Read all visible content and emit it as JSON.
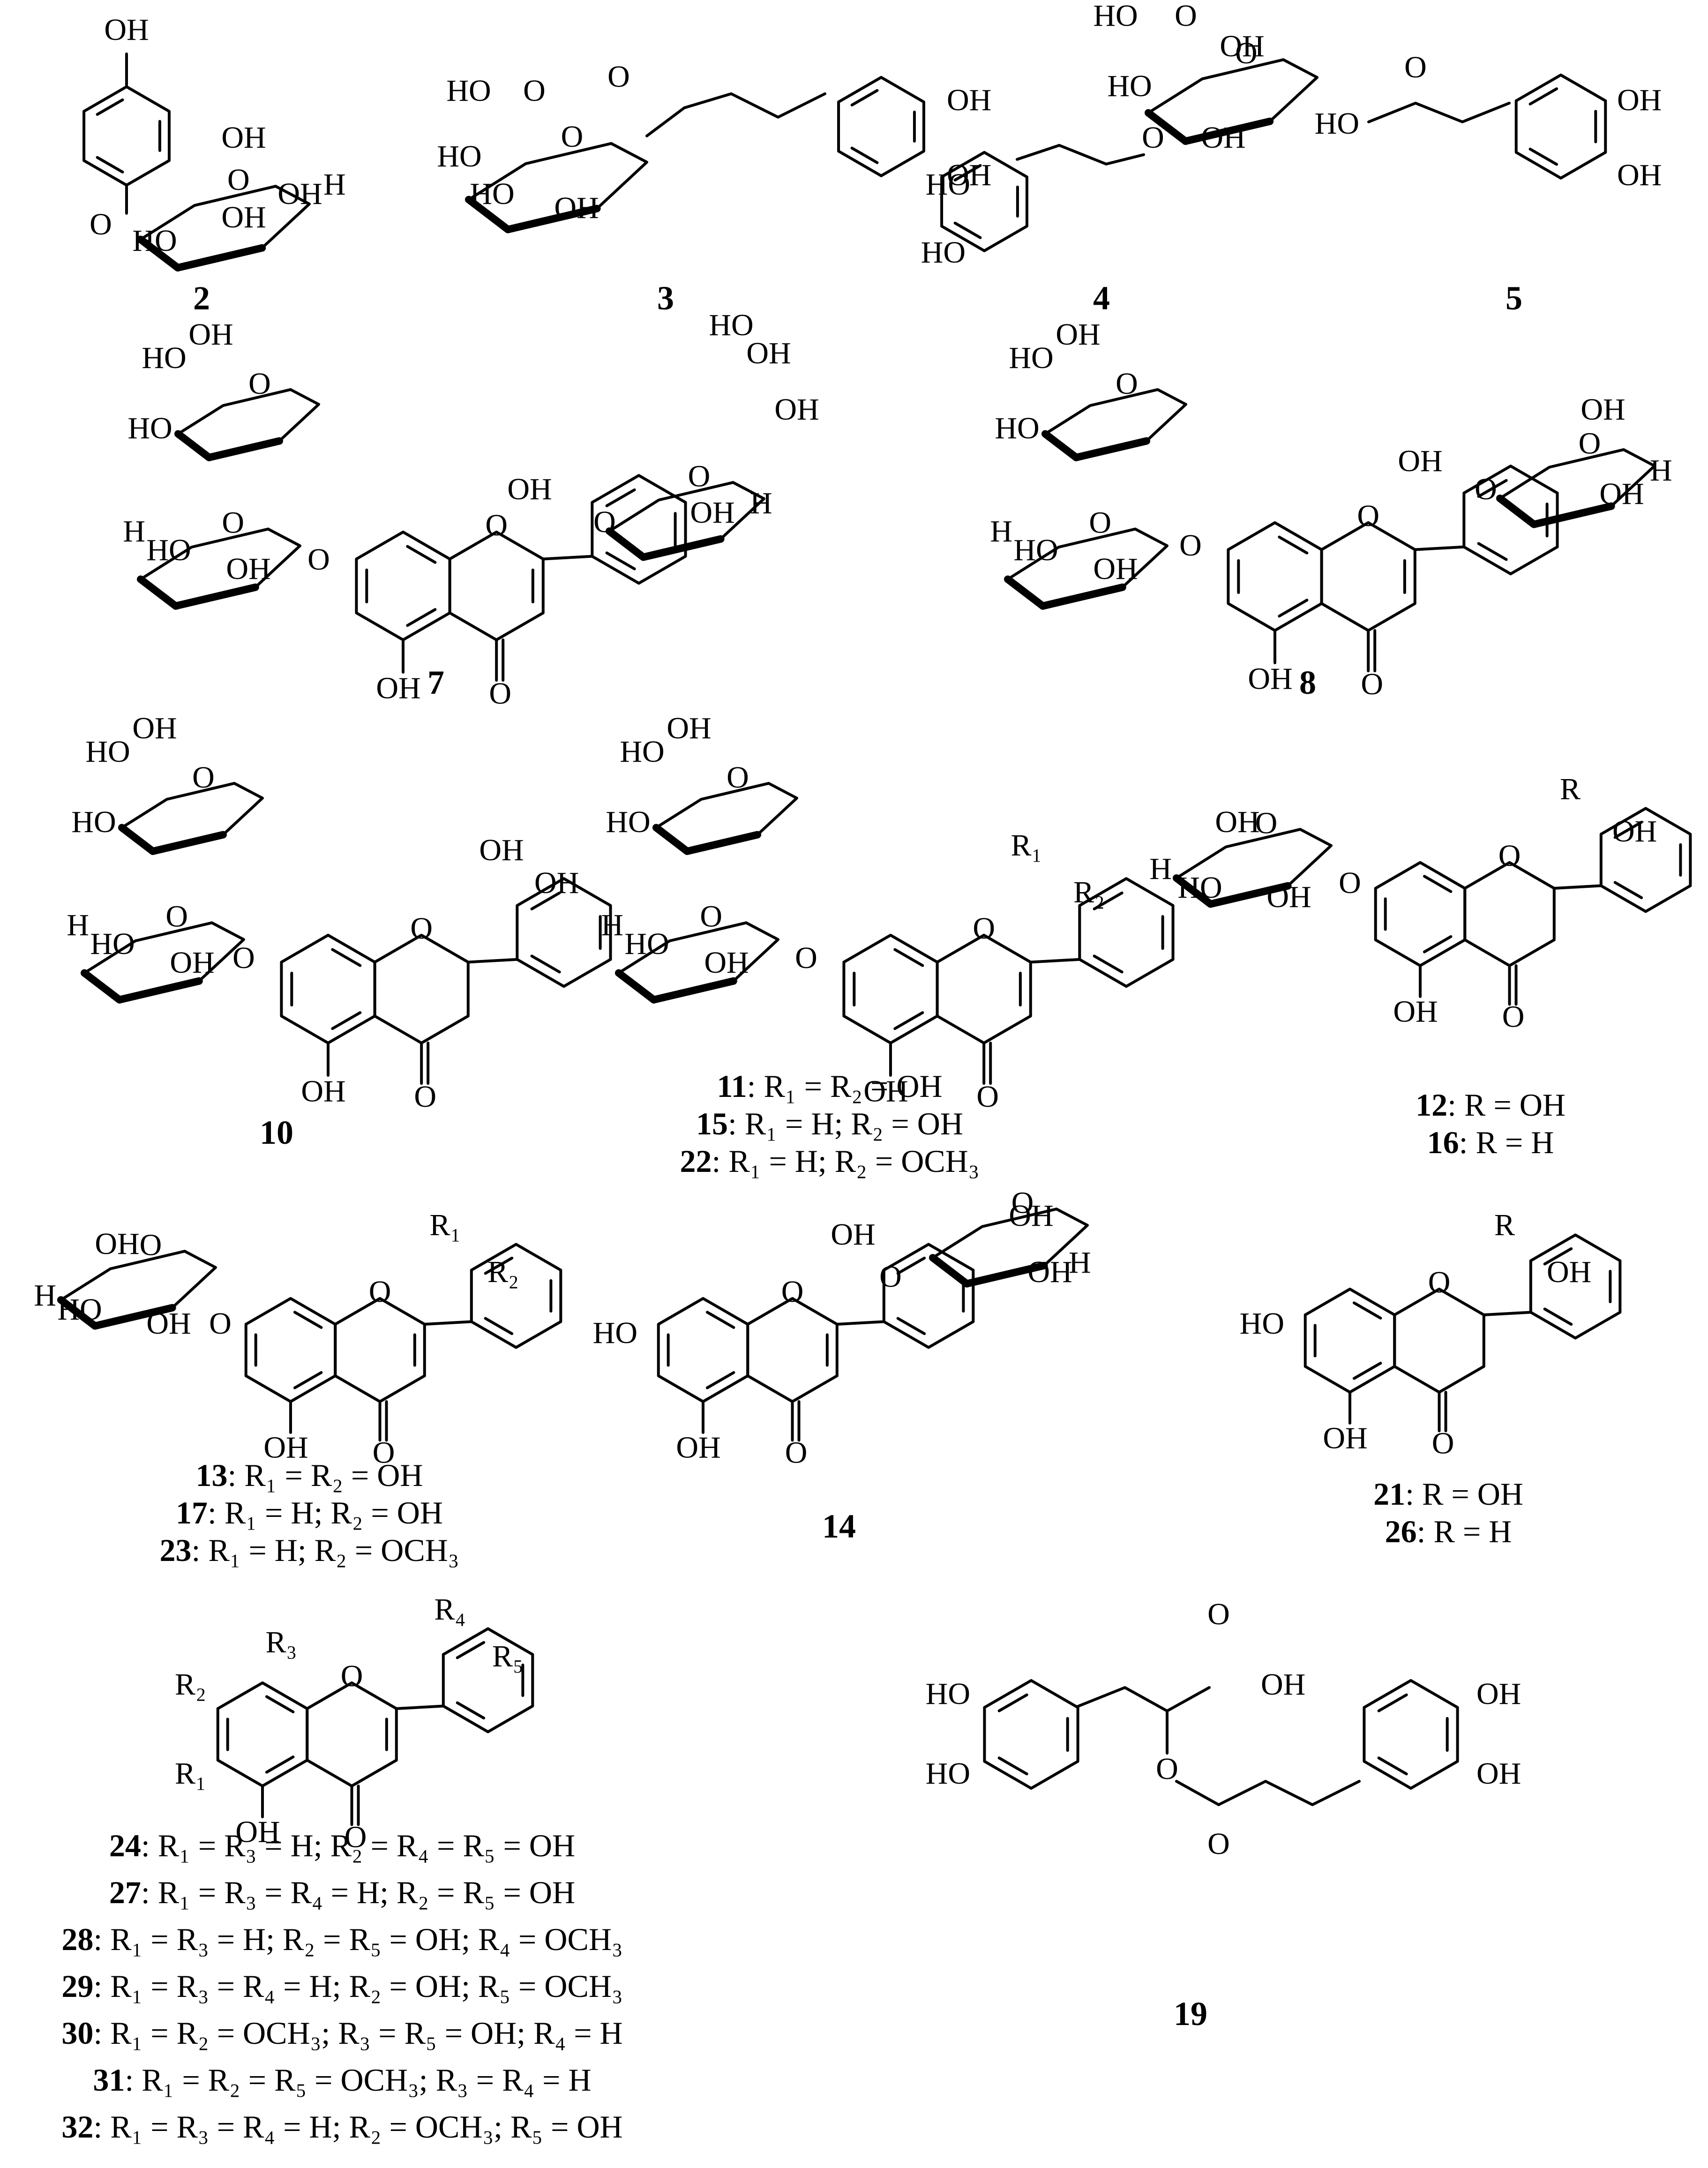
{
  "compounds": [
    {
      "id": "2",
      "caption_lines": []
    },
    {
      "id": "3",
      "caption_lines": []
    },
    {
      "id": "4",
      "caption_lines": []
    },
    {
      "id": "5",
      "caption_lines": []
    },
    {
      "id": "7",
      "caption_lines": []
    },
    {
      "id": "8",
      "caption_lines": []
    },
    {
      "id": "10",
      "caption_lines": []
    },
    {
      "id": "11",
      "caption_lines": [
        {
          "num": "11",
          "text": ": R₁ = R₂ = OH"
        },
        {
          "num": "15",
          "text": ": R₁ = H; R₂ = OH"
        },
        {
          "num": "22",
          "text": ": R₁ = H; R₂ = OCH₃"
        }
      ]
    },
    {
      "id": "12",
      "caption_lines": [
        {
          "num": "12",
          "text": ": R = OH"
        },
        {
          "num": "16",
          "text": ": R = H"
        }
      ]
    },
    {
      "id": "13",
      "caption_lines": [
        {
          "num": "13",
          "text": ": R₁ = R₂ = OH"
        },
        {
          "num": "17",
          "text": ": R₁ = H; R₂ = OH"
        },
        {
          "num": "23",
          "text": ": R₁ = H; R₂ = OCH₃"
        }
      ]
    },
    {
      "id": "14",
      "caption_lines": []
    },
    {
      "id": "21",
      "caption_lines": [
        {
          "num": "21",
          "text": ": R = OH"
        },
        {
          "num": "26",
          "text": ": R = H"
        }
      ]
    },
    {
      "id": "24",
      "caption_lines": [
        {
          "num": "24",
          "text": ": R₁ = R₃ = H; R₂ = R₄ = R₅ = OH"
        },
        {
          "num": "27",
          "text": ": R₁ = R₃ = R₄ = H; R₂ = R₅ = OH"
        },
        {
          "num": "28",
          "text": ": R₁ = R₃ = H; R₂ = R₅ = OH; R₄ = OCH₃"
        },
        {
          "num": "29",
          "text": ": R₁ = R₃ = R₄ = H; R₂ = OH; R₅ = OCH₃"
        },
        {
          "num": "30",
          "text": ": R₁ = R₂ = OCH₃; R₃ = R₅ = OH; R₄ = H"
        },
        {
          "num": "31",
          "text": ": R₁ = R₂ = R₅ = OCH₃; R₃ = R₄ = H"
        },
        {
          "num": "32",
          "text": ": R₁ = R₃ = R₄ = H; R₂ = OCH₃; R₅ = OH"
        }
      ]
    },
    {
      "id": "19",
      "caption_lines": []
    }
  ],
  "atom_labels": {
    "oh": "OH",
    "ho": "HO",
    "o": "O",
    "h": "H",
    "r": "R",
    "r1": "R₁",
    "r2": "R₂",
    "r3": "R₃",
    "r4": "R₄",
    "r5": "R₅"
  }
}
